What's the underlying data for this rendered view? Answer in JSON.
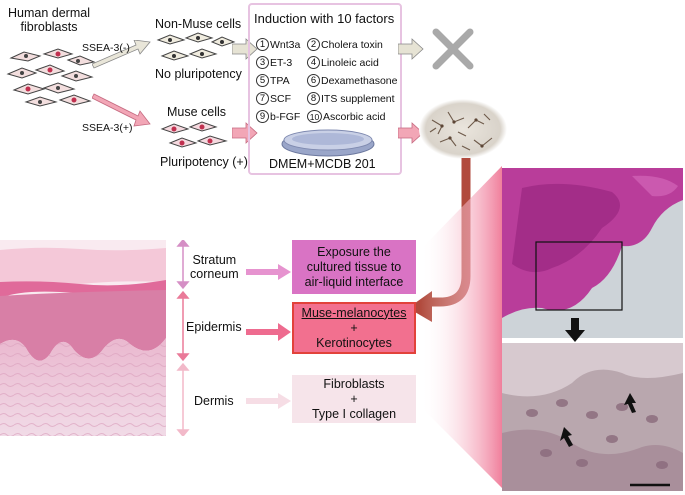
{
  "source": {
    "line1": "Human dermal",
    "line2": "fibroblasts"
  },
  "gates": {
    "neg": "SSEA-3(-)",
    "pos": "SSEA-3(+)"
  },
  "non_muse": {
    "title": "Non-Muse cells",
    "status": "No pluripotency"
  },
  "muse": {
    "title": "Muse cells",
    "status": "Pluripotency (+)"
  },
  "induction": {
    "title": "Induction with 10 factors",
    "factors": [
      {
        "n": "1",
        "name": "Wnt3a"
      },
      {
        "n": "2",
        "name": "Cholera toxin"
      },
      {
        "n": "3",
        "name": "ET-3"
      },
      {
        "n": "4",
        "name": "Linoleic acid"
      },
      {
        "n": "5",
        "name": "TPA"
      },
      {
        "n": "6",
        "name": "Dexamethasone"
      },
      {
        "n": "7",
        "name": "SCF"
      },
      {
        "n": "8",
        "name": "ITS supplement"
      },
      {
        "n": "9",
        "name": "b-FGF"
      },
      {
        "n": "10",
        "name": "Ascorbic acid"
      }
    ],
    "medium": "DMEM+MCDB 201"
  },
  "layers": {
    "stratum_line1": "Stratum",
    "stratum_line2": "corneum",
    "epidermis": "Epidermis",
    "dermis": "Dermis"
  },
  "boxes": {
    "exposure": [
      "Exposure the",
      "cultured tissue to",
      "air-liquid interface"
    ],
    "muse_melanocytes": "Muse-melanocytes",
    "plus": "+",
    "kerotinocytes": "Kerotinocytes",
    "fibroblasts": "Fibroblasts",
    "collagen": "Type I collagen"
  },
  "colors": {
    "exposure_box": "#d973c4",
    "epidermis_box": "#f2708f",
    "dermis_box": "#f6e4ea",
    "brown_arrow": "#b14a3d",
    "induction_border": "#e7c3e1"
  }
}
